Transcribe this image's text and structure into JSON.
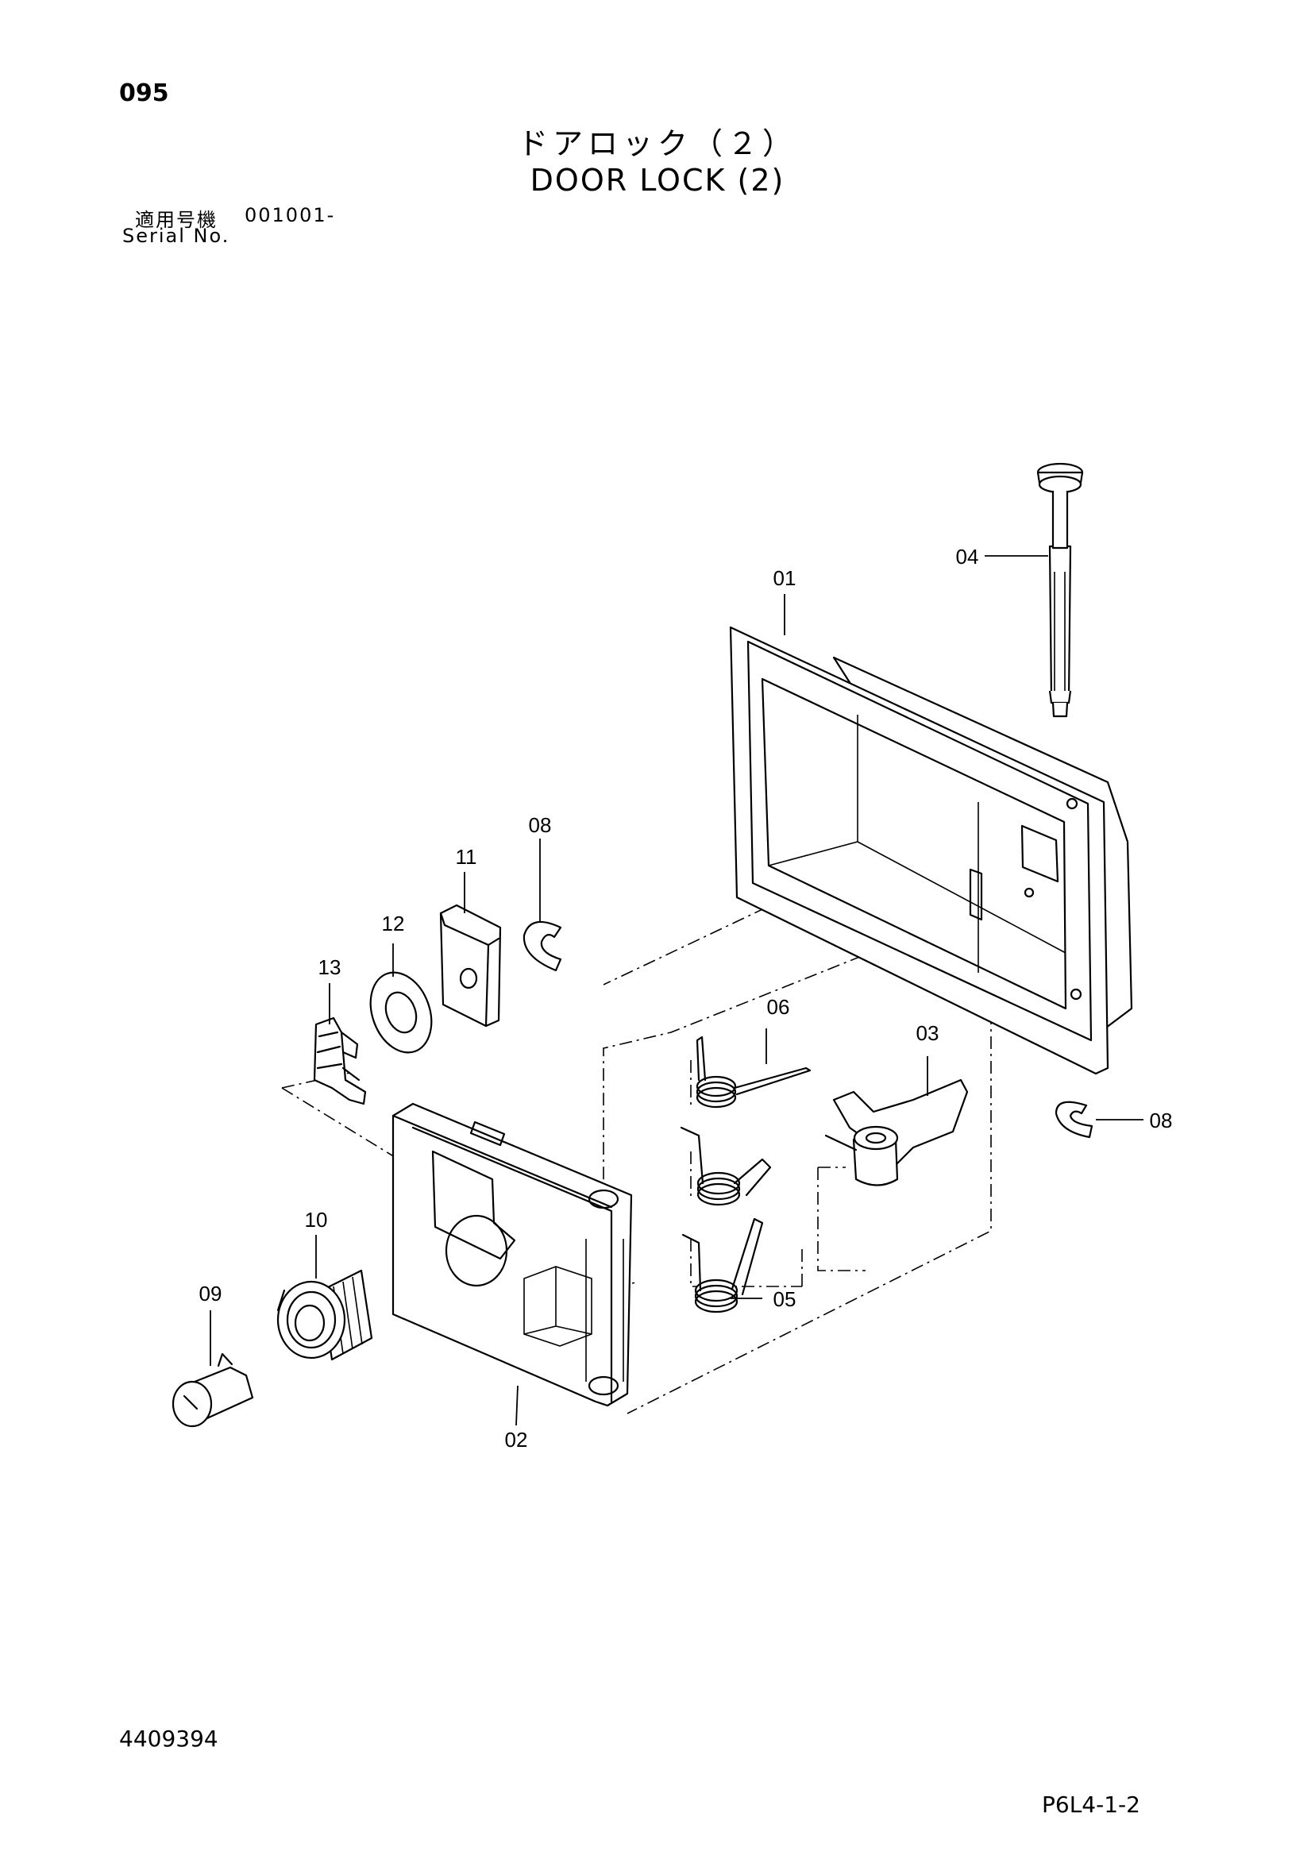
{
  "header": {
    "page_number": "095",
    "title_jp": "ドアロック（２）",
    "title_en": "DOOR LOCK (2)",
    "serial_label_jp": "適用号機",
    "serial_value": "001001-",
    "serial_label_en": "Serial No."
  },
  "footer": {
    "document_number": "4409394",
    "figure_reference": "P6L4-1-2"
  },
  "callouts": [
    "01",
    "02",
    "03",
    "04",
    "05",
    "06",
    "08",
    "08",
    "09",
    "10",
    "11",
    "12",
    "13"
  ]
}
